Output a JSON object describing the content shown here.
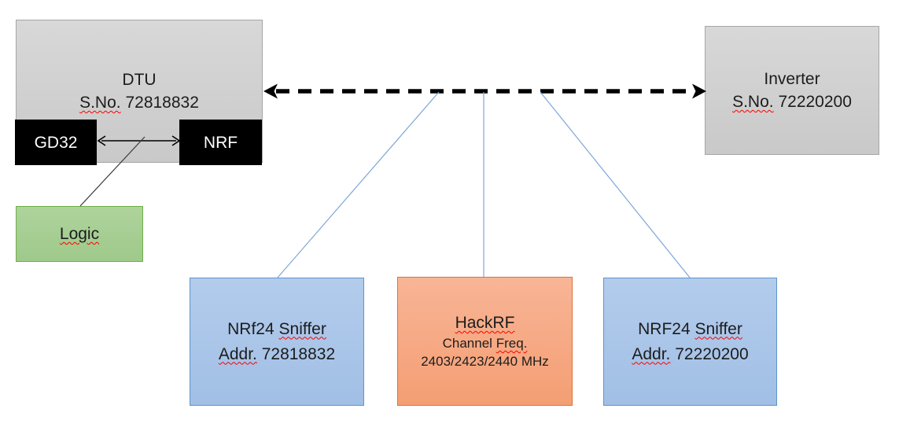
{
  "boxes": {
    "dtu": {
      "title": "DTU",
      "serial_label": "S.No.",
      "serial_value": "72818832"
    },
    "gd32": {
      "label": "GD32"
    },
    "nrf": {
      "label": "NRF"
    },
    "logic": {
      "label": "Logic"
    },
    "inverter": {
      "title": "Inverter",
      "serial_label": "S.No.",
      "serial_value": "72220200"
    },
    "sniffer_left": {
      "name": "NRf24",
      "name_suffix": "Sniffer",
      "addr_label": "Addr.",
      "addr_value": "72818832"
    },
    "hackrf": {
      "title": "HackRF",
      "channel_label": "Channel",
      "freq_label": "Freq.",
      "frequencies": "2403/2423/2440 MHz"
    },
    "sniffer_right": {
      "name": "NRF24",
      "name_suffix": "Sniffer",
      "addr_label": "Addr.",
      "addr_value": "72220200"
    }
  },
  "colors": {
    "gray_fill": "#d1d1d1",
    "gray_border": "#a6a6a6",
    "black_fill": "#000000",
    "green_fill": "#a6cf94",
    "green_border": "#6fad47",
    "blue_fill": "#a9c5e8",
    "blue_border": "#5e94ce",
    "orange_fill": "#f6a580",
    "orange_border": "#e0713a",
    "connector_blue": "#7ea6d8",
    "arrow_black": "#000000",
    "spellcheck_red": "#ff0000"
  }
}
